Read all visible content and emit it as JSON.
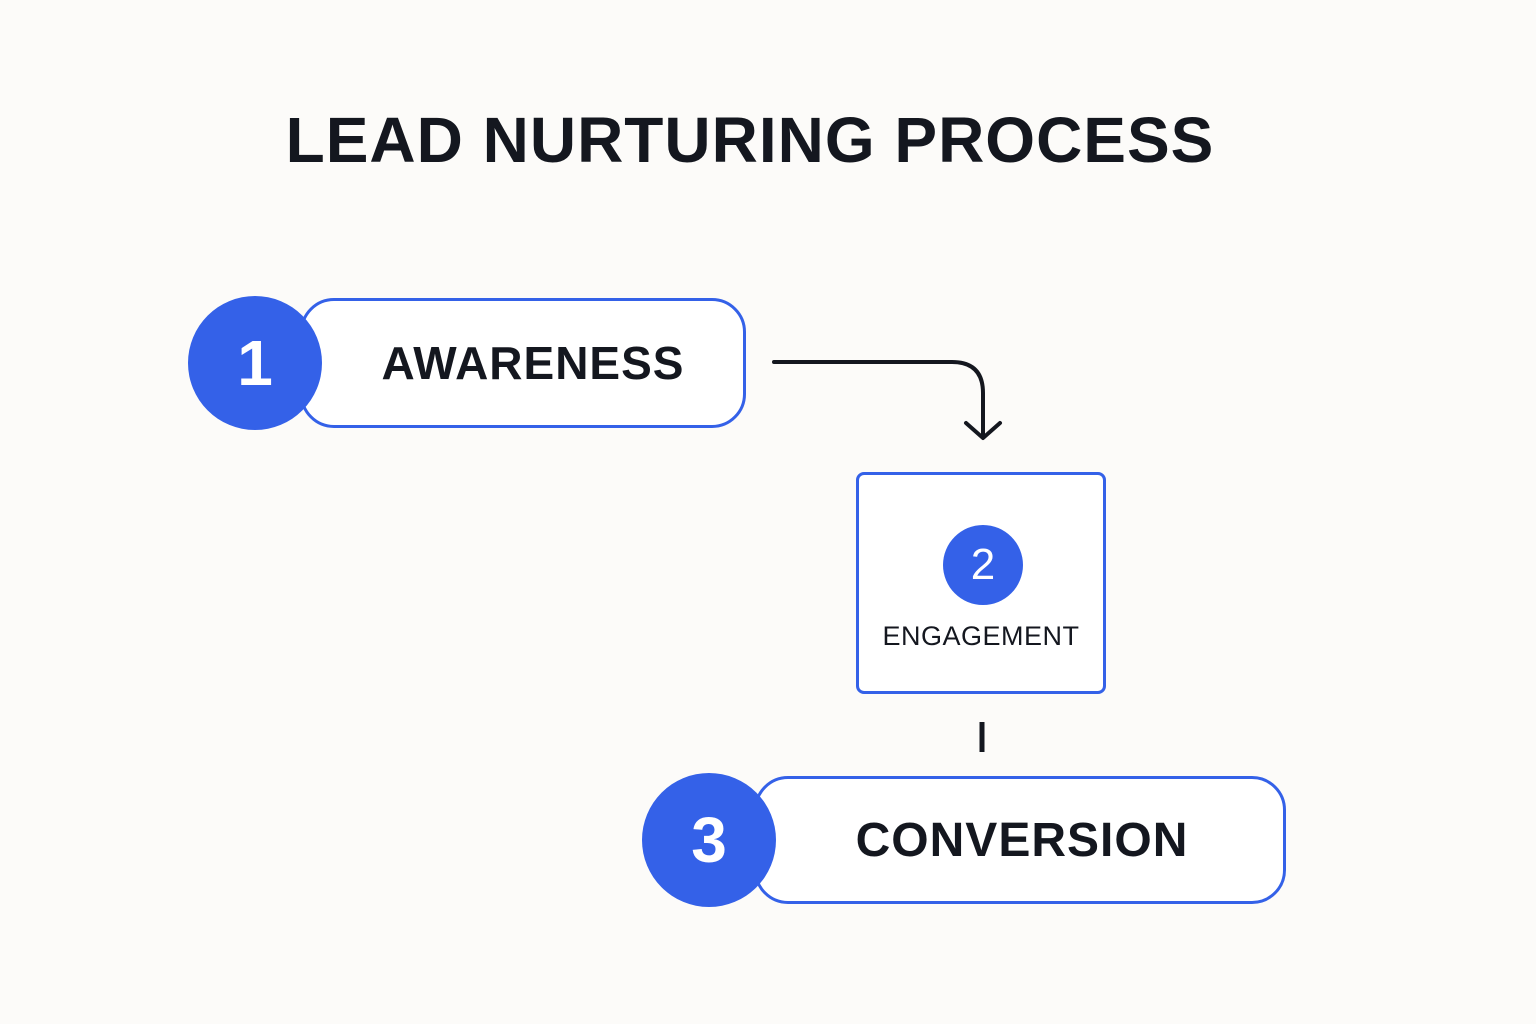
{
  "title": "LEAD NURTURING PROCESS",
  "steps": [
    {
      "number": "1",
      "label": "AWARENESS"
    },
    {
      "number": "2",
      "label": "ENGAGEMENT"
    },
    {
      "number": "3",
      "label": "CONVERSION"
    }
  ],
  "colors": {
    "accent": "#3461e8",
    "text": "#14171f",
    "background": "#fcfbf9",
    "connector": "#14171f"
  }
}
